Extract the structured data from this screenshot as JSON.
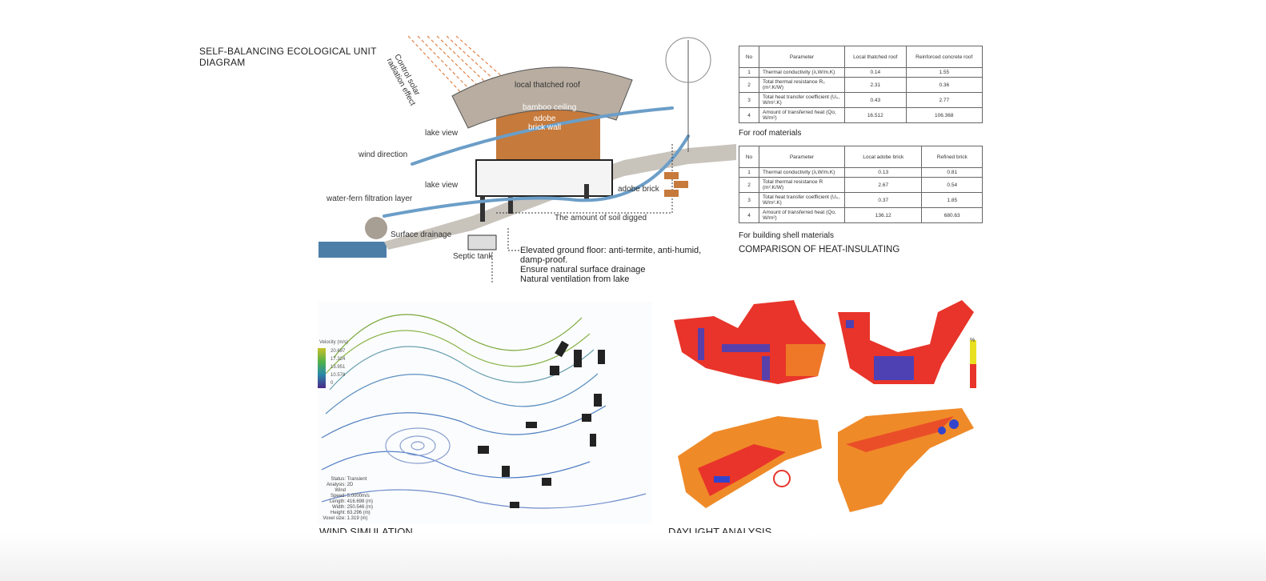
{
  "diagram": {
    "title_line1": "SELF-BALANCING ECOLOGICAL UNIT",
    "title_line2": "DIAGRAM",
    "labels": {
      "solar_line1": "Control solar",
      "solar_line2": "radiation effect",
      "roof": "local thatched roof",
      "ceiling": "bamboo ceiling",
      "wall_line1": "adobe",
      "wall_line2": "brick wall",
      "lake_view_top": "lake view",
      "wind_direction": "wind direction",
      "lake_view_bottom": "lake view",
      "filtration": "water-fern filtration layer",
      "adobe_brick": "adobe brick",
      "soil": "The amount of soil digged",
      "surface_drainage": "Surface drainage",
      "septic_tank": "Septic tank"
    },
    "notes": [
      "Elevated ground floor: anti-termite, anti-humid,",
      "damp-proof.",
      "Ensure natural surface drainage",
      "Natural ventilation from lake"
    ]
  },
  "roof_table": {
    "headers": [
      "No",
      "Parameter",
      "Local thatched roof",
      "Reinforced concrete roof"
    ],
    "rows": [
      {
        "no": "1",
        "param": "Thermal conductivity  (λ,W/m.K)",
        "a": "0.14",
        "b": "1.55"
      },
      {
        "no": "2",
        "param": "Total thermal resistance R₀ (m².K/W)",
        "a": "2.31",
        "b": "0.36"
      },
      {
        "no": "3",
        "param": "Total heat transfer coefficient (U₀, W/m².K)",
        "a": "0.43",
        "b": "2.77"
      },
      {
        "no": "4",
        "param": "Amount of transferred heat (Qo, W/m²)",
        "a": "16.512",
        "b": "106.368"
      }
    ],
    "caption": "For roof materials"
  },
  "shell_table": {
    "headers": [
      "No",
      "Parameter",
      "Local adobe brick",
      "Refined brick"
    ],
    "rows": [
      {
        "no": "1",
        "param": "Thermal conductivity  (λ,W/m.K)",
        "a": "0.13",
        "b": "0.81"
      },
      {
        "no": "2",
        "param": "Total thermal resistance R (m².K/W)",
        "a": "2.67",
        "b": "0.54"
      },
      {
        "no": "3",
        "param": "Total heat transfer coefficient (U₀, W/m².K)",
        "a": "0.37",
        "b": "1.85"
      },
      {
        "no": "4",
        "param": "Amount of transferred heat (Qo, W/m²)",
        "a": "136.12",
        "b": "680.63"
      }
    ],
    "caption": "For building shell materials",
    "comparison_title": "COMPARISON OF HEAT-INSULATING"
  },
  "wind": {
    "title": "WIND SIMULATION",
    "legend_title": "Velocity (m/s)",
    "legend_values": [
      "20.697",
      "17.324",
      "13.951",
      "10.578",
      "0"
    ],
    "stats": [
      {
        "k": "Status:",
        "v": "Transient"
      },
      {
        "k": "Analysis:",
        "v": "2D"
      },
      {
        "k": "Wind Speed:",
        "v": "5.0000m/s"
      },
      {
        "k": "Length:",
        "v": "416.698 (m)"
      },
      {
        "k": "Width:",
        "v": "250.546 (m)"
      },
      {
        "k": "Height:",
        "v": "63.296 (m)"
      },
      {
        "k": "Voxel size:",
        "v": "1.319 (m)"
      }
    ]
  },
  "daylight": {
    "title": "DAYLIGHT ANALYSIS",
    "legend_unit": "%"
  },
  "colors": {
    "wind_arrow": "#6b9ec8",
    "solar": "#e07a3a",
    "roof": "#b8ada0",
    "brick": "#c9783b",
    "heat_red": "#e8342a",
    "heat_orange": "#ef8a28",
    "heat_blue": "#3344cc"
  }
}
